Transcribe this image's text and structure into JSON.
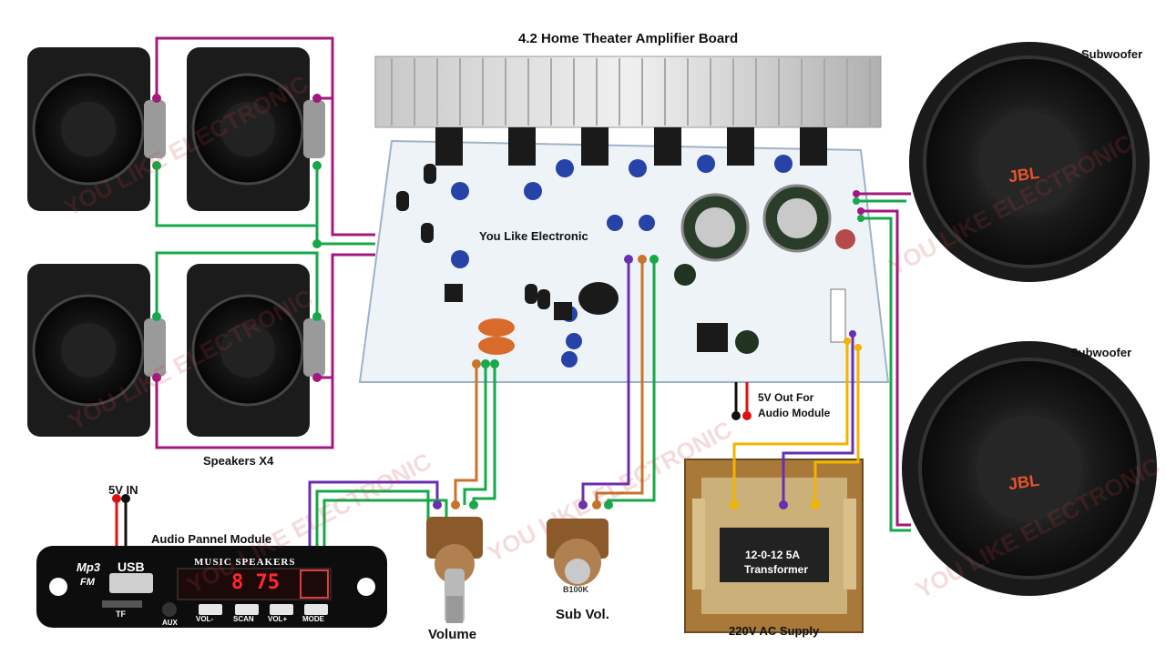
{
  "title": "4.2 Home Theater Amplifier Board",
  "board_brand": "You Like Electronic",
  "watermark": "YOU LIKE ELECTRONIC",
  "labels": {
    "speakers": "Speakers X4",
    "subwoofer_top": "Subwoofer",
    "subwoofer_bottom": "Subwoofer",
    "five_v_in": "5V IN",
    "audio_module": "Audio Pannel Module",
    "volume": "Volume",
    "sub_vol": "Sub Vol.",
    "five_v_out_line1": "5V Out For",
    "five_v_out_line2": "Audio Module",
    "ac_supply": "220V AC Supply",
    "transformer_line1": "12-0-12 5A",
    "transformer_line2": "Transformer"
  },
  "mp3_module": {
    "mp3": "Mp3",
    "fm": "FM",
    "usb": "USB",
    "tf": "TF",
    "aux": "AUX",
    "header": "MUSIC SPEAKERS",
    "display": "8 75",
    "buttons": [
      "VOL-",
      "SCAN",
      "VOL+",
      "MODE"
    ]
  },
  "subwoofer_brand": "JBL",
  "pot_marking": "B100K",
  "wire_colors": {
    "speaker": "#a0197f",
    "ground": "#16a84a",
    "signal": "#c8742a",
    "purple": "#6a2fb0",
    "yellow": "#f2b400",
    "red": "#e01010",
    "black": "#111111"
  }
}
